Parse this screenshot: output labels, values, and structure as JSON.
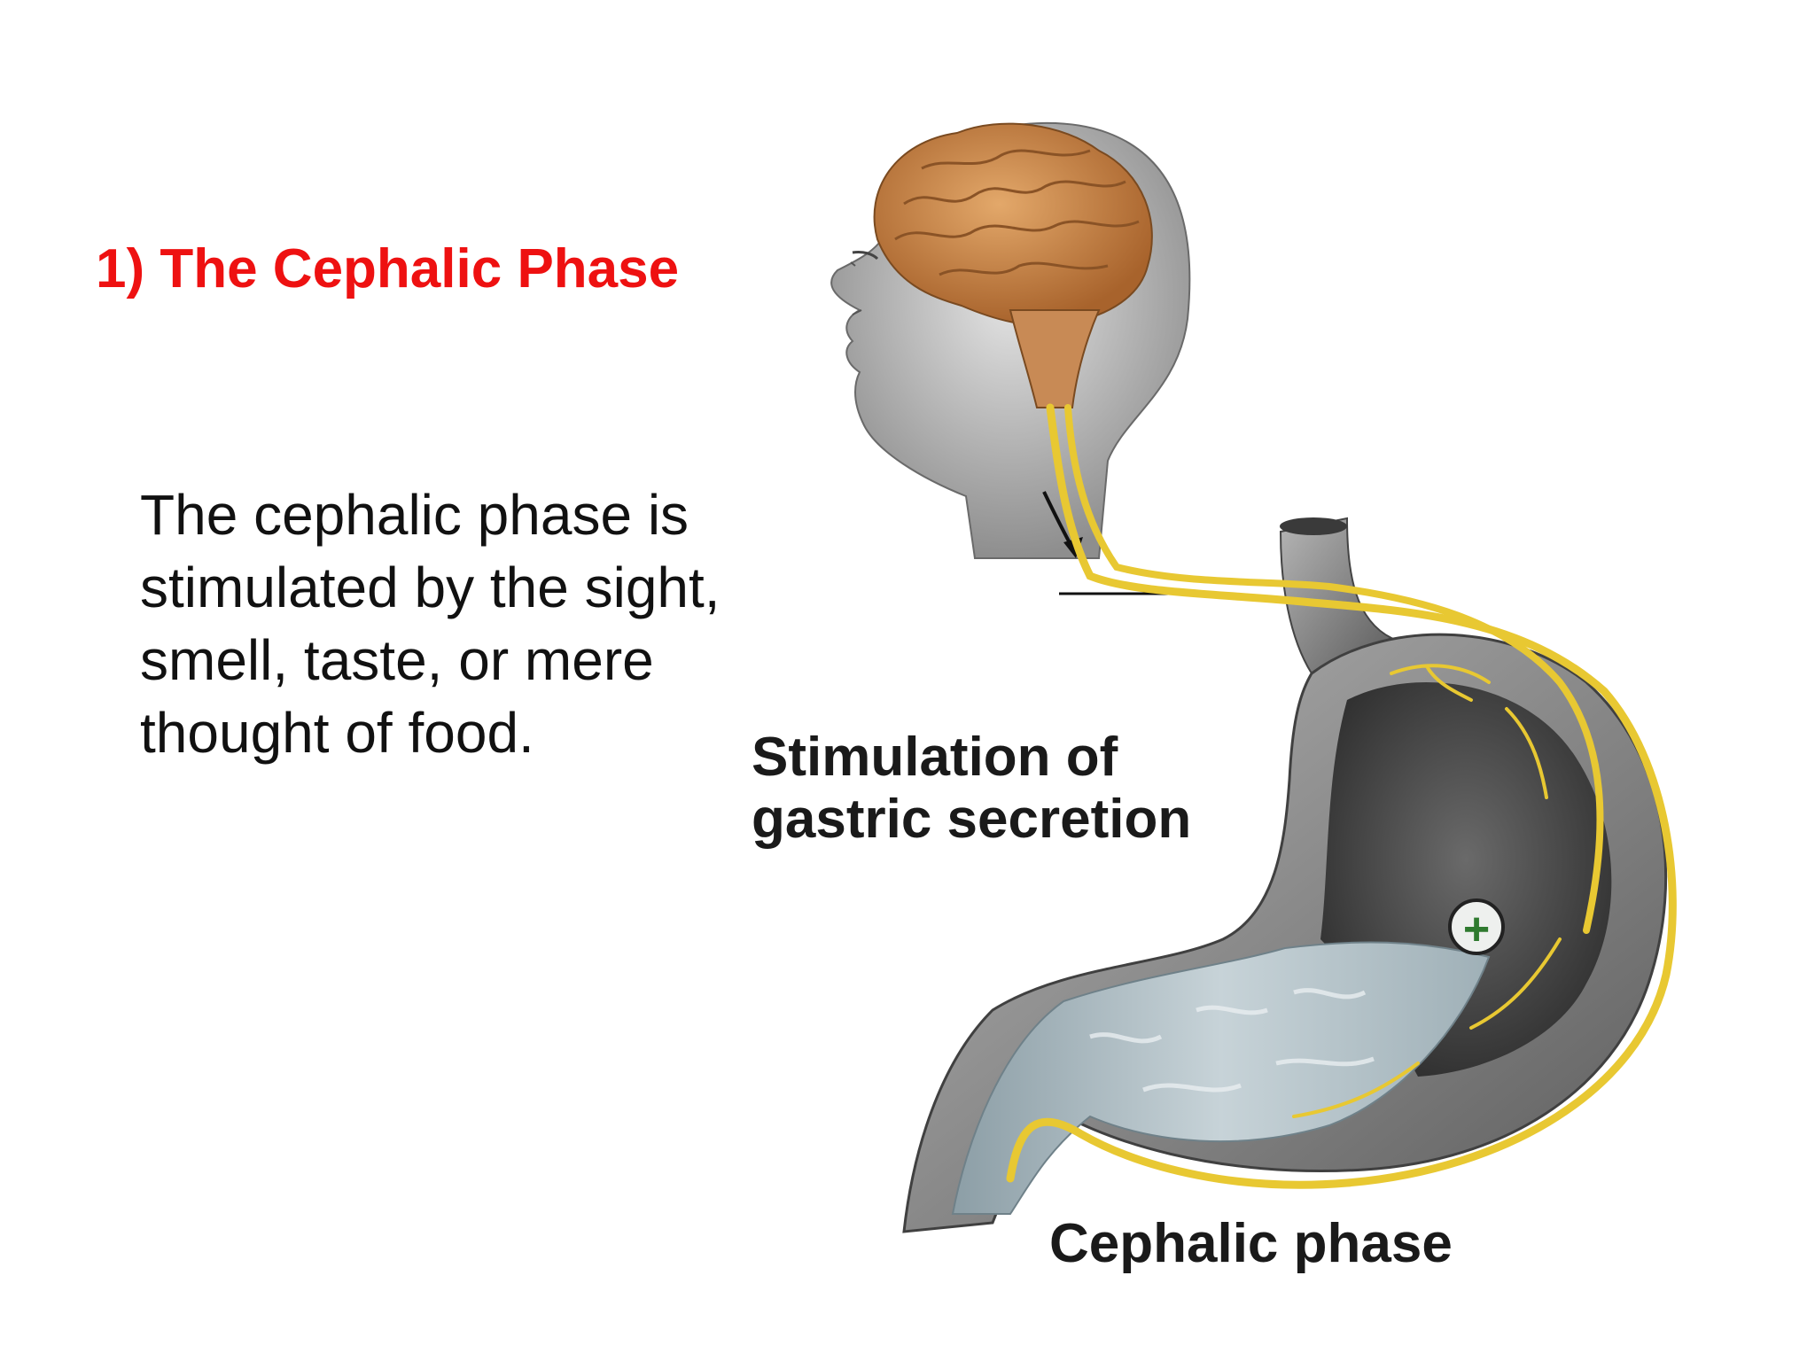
{
  "slide": {
    "title": "1) The Cephalic Phase",
    "body_lines": [
      "The cephalic phase is",
      "stimulated by the sight,",
      "smell, taste, or mere",
      "thought of food."
    ]
  },
  "figure": {
    "label_stimulation_line1": "Stimulation of",
    "label_stimulation_line2": "gastric secretion",
    "plus_symbol": "+",
    "caption": "Cephalic phase"
  },
  "colors": {
    "title": "#ee1111",
    "nerve": "#e8c832",
    "brain": "#c98a4e",
    "stomach": "#7f7f7f"
  }
}
